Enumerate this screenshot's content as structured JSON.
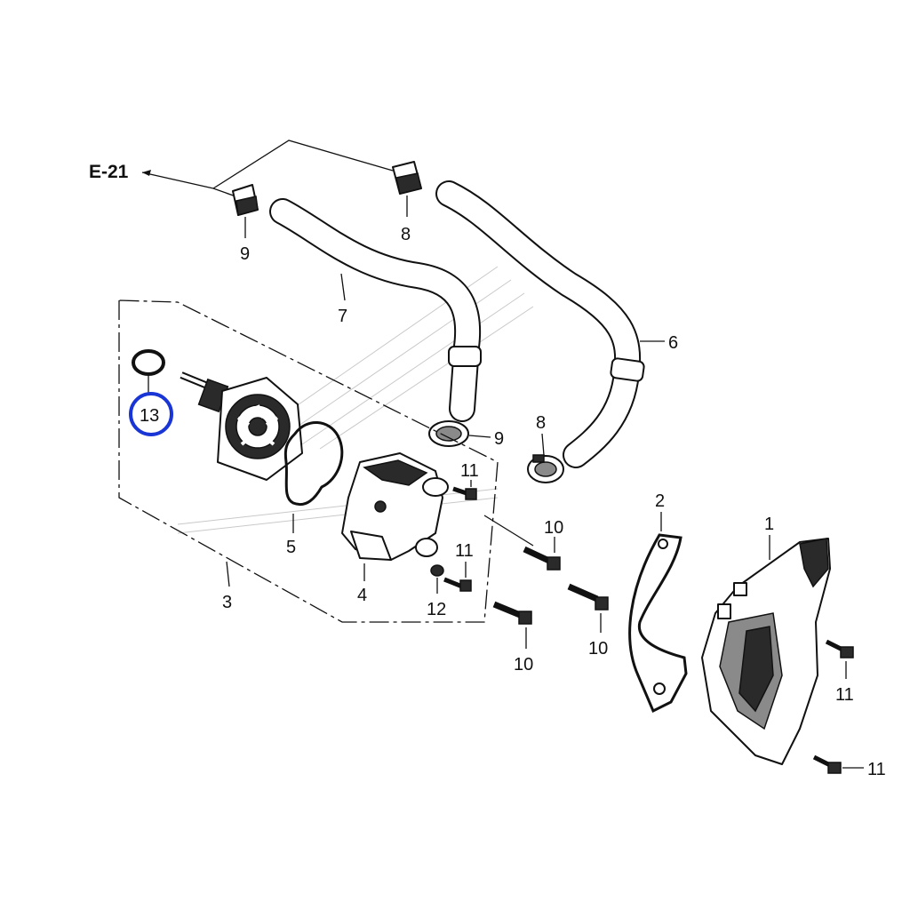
{
  "diagram": {
    "reference": {
      "label": "E-21"
    },
    "callouts": [
      {
        "id": "c1",
        "label": "1"
      },
      {
        "id": "c2",
        "label": "2"
      },
      {
        "id": "c3",
        "label": "3"
      },
      {
        "id": "c4",
        "label": "4"
      },
      {
        "id": "c5",
        "label": "5"
      },
      {
        "id": "c6",
        "label": "6"
      },
      {
        "id": "c7",
        "label": "7"
      },
      {
        "id": "c8a",
        "label": "8"
      },
      {
        "id": "c8b",
        "label": "8"
      },
      {
        "id": "c9a",
        "label": "9"
      },
      {
        "id": "c9b",
        "label": "9"
      },
      {
        "id": "c10a",
        "label": "10"
      },
      {
        "id": "c10b",
        "label": "10"
      },
      {
        "id": "c10c",
        "label": "10"
      },
      {
        "id": "c11a",
        "label": "11"
      },
      {
        "id": "c11b",
        "label": "11"
      },
      {
        "id": "c11c",
        "label": "11"
      },
      {
        "id": "c11d",
        "label": "11"
      },
      {
        "id": "c12",
        "label": "12"
      },
      {
        "id": "c13",
        "label": "13"
      }
    ],
    "highlight": {
      "part": "13",
      "color": "#1a35d6"
    }
  }
}
